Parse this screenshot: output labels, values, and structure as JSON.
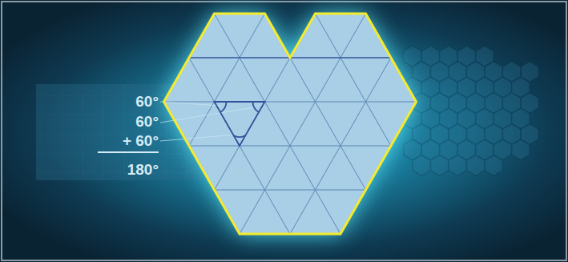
{
  "diagram": {
    "labels": [
      "60°",
      "60°",
      "+ 60°",
      "180°"
    ]
  }
}
